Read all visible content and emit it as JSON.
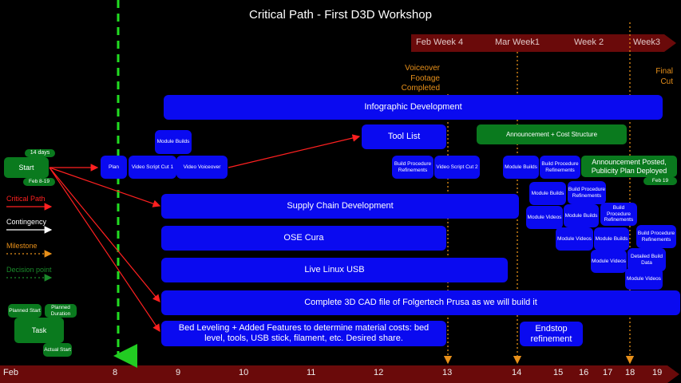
{
  "title": "Critical Path - First D3D Workshop",
  "week_bar": {
    "labels": [
      "Feb Week 4",
      "Mar Week1",
      "Week 2",
      "Week3"
    ]
  },
  "milestones": {
    "voiceover": "Voiceover Footage Completed",
    "final_cut": "Final Cut"
  },
  "start": {
    "label": "Start",
    "duration": "14 days",
    "dates": "Feb 8-19"
  },
  "tasks": {
    "infographic": "Infographic Development",
    "tool_list": "Tool List",
    "announcement": "Announcement + Cost Structure",
    "announcement_posted": "Announcement Posted, Publicity Plan Deployed",
    "announcement_posted_date": "Feb 19",
    "plan": "Plan",
    "module_builds_top": "Module Builds",
    "video_script_1": "Video Script Cut 1",
    "video_voiceover": "Video Voiceover",
    "build_proc_ref_1": "Build Procedure Refinements",
    "video_script_2": "Video Script Cut 2",
    "module_builds_1": "Module Builds",
    "build_proc_ref_2": "Build Procedure Refinements",
    "supply_chain": "Supply Chain Development",
    "ose_cura": "OSE Cura",
    "live_linux": "Live Linux USB",
    "cad": "Complete 3D CAD file of Folgertech Prusa as we will build it",
    "bed_leveling": "Bed Leveling + Added Features to determine material costs: bed level, tools, USB stick, filament, etc. Desired share.",
    "endstop": "Endstop refinement",
    "module_builds_2": "Module Builds",
    "build_proc_ref_3": "Build Procedure Refinements",
    "module_videos_1": "Module Videos",
    "module_builds_3": "Module Builds",
    "build_proc_ref_4": "Build Procedure Refinements",
    "module_videos_2": "Module Videos",
    "module_builds_4": "Module Builds",
    "build_proc_ref_5": "Build Procedure Refinements",
    "module_videos_3": "Module Videos",
    "detailed_build_data": "Detailed Build Data",
    "module_videos_4": "Module Videos"
  },
  "legend": {
    "critical_path": "Critical Path",
    "contingency": "Contingency",
    "milestone": "Milestone",
    "decision_point": "Decision point",
    "planned_start": "Planned Start",
    "planned_duration": "Planned Duration",
    "task": "Task",
    "actual_start": "Actual Start"
  },
  "timeline": {
    "labels": [
      "Feb",
      "8",
      "9",
      "10",
      "11",
      "12",
      "13",
      "14",
      "15",
      "16",
      "17",
      "18",
      "19"
    ]
  },
  "colors": {
    "critical": "#ff2020",
    "contingency": "#ffffff",
    "milestone": "#e8901a",
    "decision": "#1a8a2a",
    "task": "#0a0af0",
    "bar": "#6a0a0a"
  }
}
